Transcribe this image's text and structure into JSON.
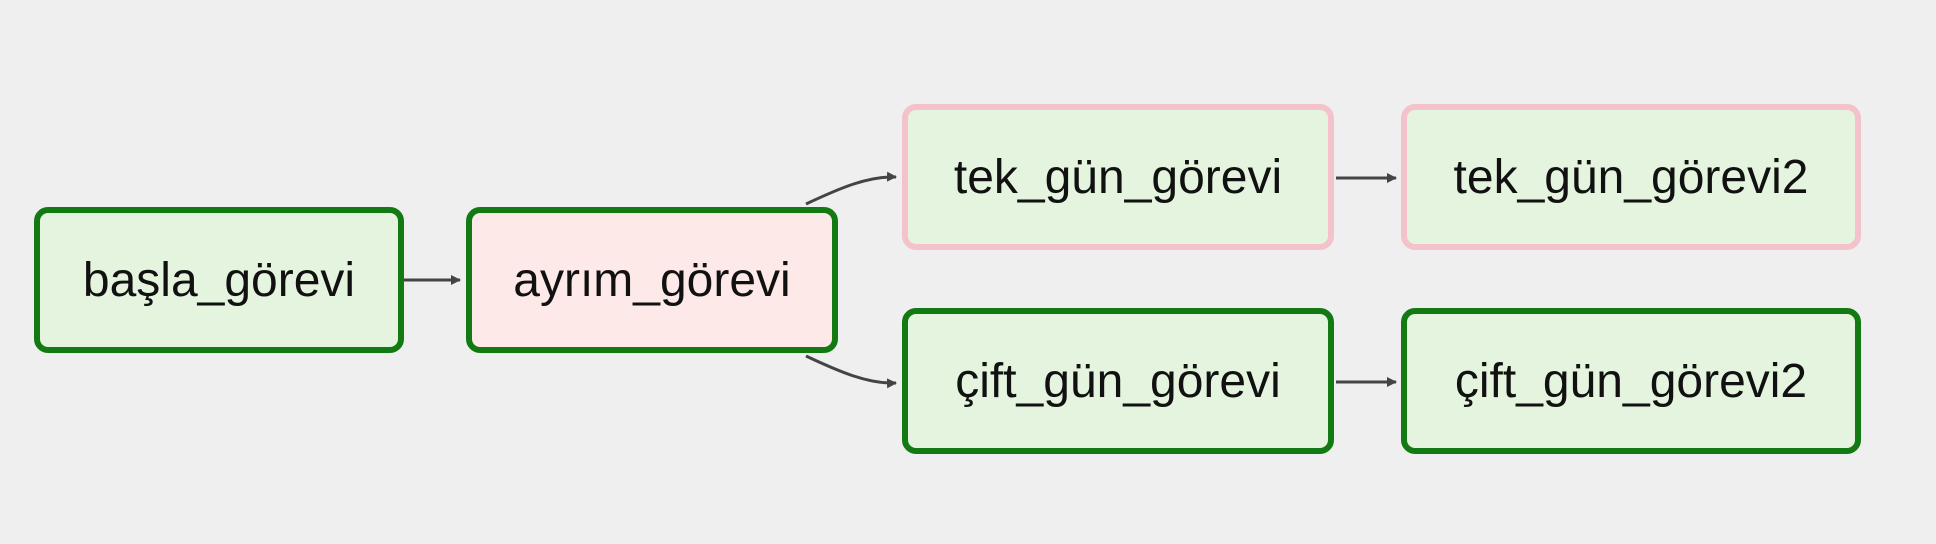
{
  "colors": {
    "success_border": "#137a13",
    "skipped_border": "#f4c2cb",
    "success_fill": "#e4f4de",
    "skipped_fill": "#fde9e7",
    "edge": "#444444",
    "background": "#efefef"
  },
  "nodes": {
    "basla": {
      "label": "başla_görevi",
      "border": "success_border",
      "fill": "success_fill"
    },
    "ayrim": {
      "label": "ayrım_görevi",
      "border": "success_border",
      "fill": "skipped_fill"
    },
    "tek": {
      "label": "tek_gün_görevi",
      "border": "skipped_border",
      "fill": "success_fill"
    },
    "tek2": {
      "label": "tek_gün_görevi2",
      "border": "skipped_border",
      "fill": "success_fill"
    },
    "cift": {
      "label": "çift_gün_görevi",
      "border": "success_border",
      "fill": "success_fill"
    },
    "cift2": {
      "label": "çift_gün_görevi2",
      "border": "success_border",
      "fill": "success_fill"
    }
  },
  "edges": [
    {
      "from": "basla",
      "to": "ayrim"
    },
    {
      "from": "ayrim",
      "to": "tek"
    },
    {
      "from": "ayrim",
      "to": "cift"
    },
    {
      "from": "tek",
      "to": "tek2"
    },
    {
      "from": "cift",
      "to": "cift2"
    }
  ]
}
